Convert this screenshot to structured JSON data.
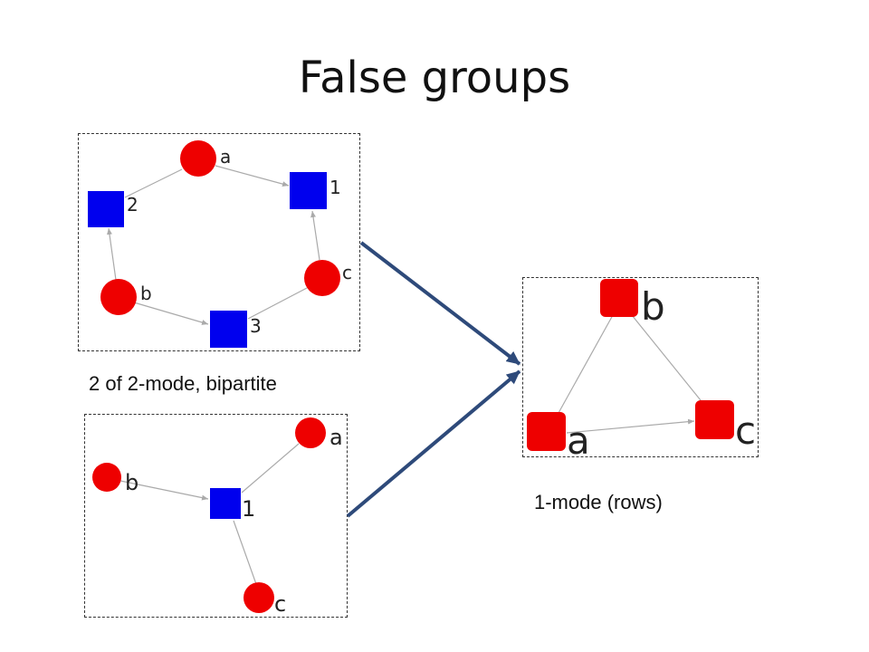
{
  "slide": {
    "title": "False groups",
    "caption_bipartite": "2 of 2-mode, bipartite",
    "caption_onemode": "1-mode (rows)"
  },
  "colors": {
    "node_row": "#ee0000",
    "node_column": "#0000ee",
    "edge": "#aaaaaa",
    "arrow": "#2e4a7a"
  },
  "graph_top": {
    "labels": {
      "a": "a",
      "b": "b",
      "c": "c",
      "n1": "1",
      "n2": "2",
      "n3": "3"
    }
  },
  "graph_bottom": {
    "labels": {
      "a": "a",
      "b": "b",
      "c": "c",
      "n1": "1"
    }
  },
  "graph_right": {
    "labels": {
      "a": "a",
      "b": "b",
      "c": "c"
    }
  }
}
